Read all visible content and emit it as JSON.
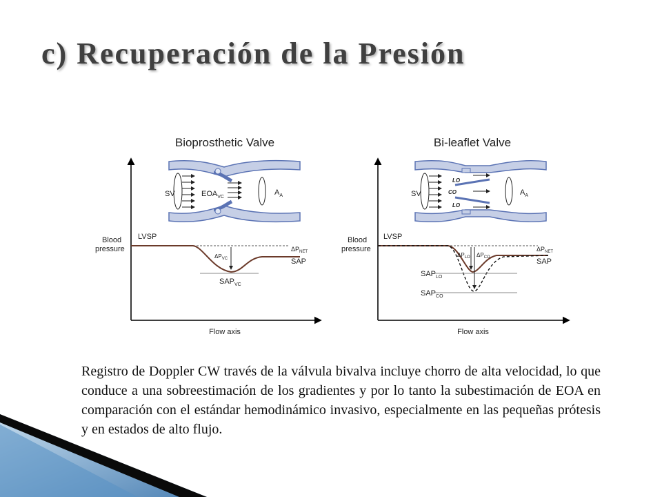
{
  "slide": {
    "title": "c) Recuperación de la Presión",
    "caption": "Registro de Doppler CW través de la válvula bivalva incluye chorro de alta velocidad, lo que conduce a una sobreestimación de los gradientes y por lo tanto la subestimación de EOA en comparación con el estándar hemodinámico invasivo, especialmente en las pequeñas prótesis y en estados de alto flujo."
  },
  "figure": {
    "left_panel": {
      "title": "Bioprosthetic Valve",
      "y_label_line1": "Blood",
      "y_label_line2": "pressure",
      "x_label": "Flow axis",
      "lvsp": "LVSP",
      "sv": "SV",
      "eoa": "EOA",
      "eoa_sub": "VC",
      "aa": "A",
      "aa_sub": "A",
      "dp_net": "ΔP",
      "dp_net_sub": "NET",
      "dp_vc": "ΔP",
      "dp_vc_sub": "VC",
      "sap": "SAP",
      "sap_vc": "SAP",
      "sap_vc_sub": "VC"
    },
    "right_panel": {
      "title": "Bi-leaflet Valve",
      "y_label_line1": "Blood",
      "y_label_line2": "pressure",
      "x_label": "Flow axis",
      "lvsp": "LVSP",
      "sv": "SV",
      "lo_top": "LO",
      "co": "CO",
      "lo_bottom": "LO",
      "aa": "A",
      "aa_sub": "A",
      "dp_net": "ΔP",
      "dp_net_sub": "NET",
      "dp_lo": "ΔP",
      "dp_lo_sub": "LO",
      "dp_co": "ΔP",
      "dp_co_sub": "CO",
      "sap": "SAP",
      "sap_lo": "SAP",
      "sap_lo_sub": "LO",
      "sap_co": "SAP",
      "sap_co_sub": "CO"
    },
    "colors": {
      "vessel": "#5b73b4",
      "vessel_light": "#c6cfe6",
      "pressure_curve": "#6b3a2a",
      "title_shadow": "#b0b0b0",
      "corner_blue": "#2f6da8"
    }
  }
}
